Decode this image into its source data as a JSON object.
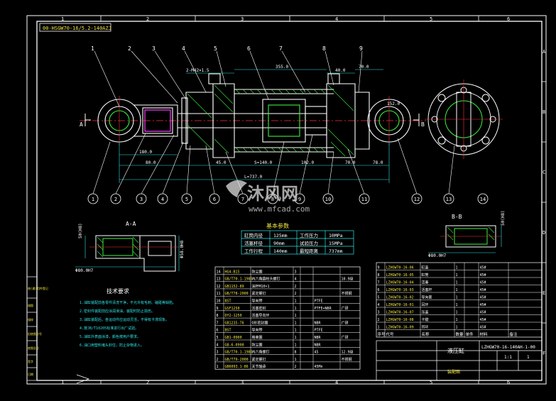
{
  "frame": {
    "column_numbers_top": [
      "1",
      "2",
      "3",
      "4",
      "5",
      "6"
    ],
    "column_numbers_bottom": [
      "1",
      "2",
      "3",
      "4",
      "5",
      "6"
    ],
    "row_letters_right": [
      "A",
      "B",
      "C",
      "D",
      "E",
      "F"
    ],
    "drawing_code_box": "00-HSGW70-16/5.2-140AZJ"
  },
  "callouts_top": [
    "1",
    "2",
    "3",
    "4",
    "5",
    "6",
    "7",
    "8",
    "9"
  ],
  "callouts_bottom": [
    "1",
    "2",
    "3",
    "4",
    "5",
    "6",
    "7",
    "8",
    "9",
    "10",
    "11",
    "12",
    "13",
    "14"
  ],
  "dimensions": {
    "d_180": "180.0",
    "d_80a": "80.0",
    "d_45": "45.0",
    "d_stroke": "S=140.0",
    "d_mid": "102.0",
    "d_70": "70.0",
    "d_78": "78.0",
    "d_total": "L=737.0",
    "d_top1": "2-M42×1.5",
    "d_top2": "355.0",
    "d_top3": "40.0",
    "d_top4": "70.0",
    "d_top5": "152.0",
    "section_aa": "A-A",
    "section_bb": "B-B",
    "d_aa_bottom": "Φ80.0H7",
    "d_bb_bottom": "Φ80.0H7",
    "d_aa_side": "Φ58.0H8",
    "d_bb_side": "50(H8)",
    "d_aa_left": "50(H8)"
  },
  "parameters": {
    "title": "基本参数",
    "rows": [
      [
        "缸筒内径",
        "125mm",
        "工作压力",
        "10MPa"
      ],
      [
        "活塞杆径",
        "90mm",
        "试验压力",
        "15MPa"
      ],
      [
        "工作行程",
        "140mm",
        "最短距离",
        "737mm"
      ]
    ]
  },
  "tech": {
    "title": "技术要求",
    "lines": [
      "1.油缸装配前各零件清洗干净，不允许有毛刺、磕碰等缺陷。",
      "2.密封件装配前应涂润滑油，装配时防止损伤。",
      "3.油缸装配后，各运动件应运动灵活，不得有卡滞现象。",
      "4.按JB/T10205标准进行出厂试验。",
      "5.油缸外表面涂漆，颜色按用户要求。",
      "6.油口用塑料堵头封住，防止杂物进入。"
    ]
  },
  "bom_left": [
    [
      "14",
      "HG4-B15",
      "防尘圈",
      "3",
      "",
      "",
      ""
    ],
    [
      "13",
      "GB/T70.1-1985",
      "内六角圆柱头螺钉",
      "4",
      "",
      "",
      "10.9级"
    ],
    [
      "12",
      "GB1152-89",
      "油杯M10×1",
      "2",
      "",
      "",
      ""
    ],
    [
      "11",
      "GB/T78-2000",
      "紧定螺钉",
      "2",
      "",
      "",
      "不锈钢"
    ],
    [
      "10",
      "BST",
      "导向带",
      "1",
      "",
      "PTFE",
      ""
    ],
    [
      "9",
      "GSF1250",
      "活塞密封",
      "1",
      "",
      "PTFE+NBR",
      "广研"
    ],
    [
      "8",
      "DY2-1250",
      "活塞导向环",
      "1",
      "",
      "",
      ""
    ],
    [
      "7",
      "GB1235-76",
      "O形密封圈",
      "1",
      "",
      "NBR",
      "广研"
    ],
    [
      "6",
      "BST",
      "导向带",
      "1",
      "",
      "PTFE",
      ""
    ],
    [
      "5",
      "GB1-0900",
      "格莱圈",
      "1",
      "",
      "NBR",
      "广研"
    ],
    [
      "4",
      "GB-6-0900",
      "防尘圈",
      "1",
      "",
      "NBR",
      ""
    ],
    [
      "3",
      "GB/T70.1-1985",
      "内六角螺钉",
      "8",
      "",
      "45",
      "12.9级"
    ],
    [
      "2",
      "GB/T79-2000",
      "紧定螺钉",
      "1",
      "",
      "",
      "不锈钢"
    ],
    [
      "1",
      "GB6093.1-86",
      "关节轴承",
      "2",
      "",
      "45Mn",
      ""
    ]
  ],
  "bom_right": [
    [
      "9",
      "LZHGW70-16-06",
      "缸盖",
      "1",
      "",
      "45#",
      ""
    ],
    [
      "8",
      "LZHGW70-16-05",
      "缸筒",
      "1",
      "",
      "45#",
      ""
    ],
    [
      "7",
      "LZHGW70-16-04",
      "活塞",
      "1",
      "",
      "45#",
      ""
    ],
    [
      "6",
      "LZHGW70-16-03",
      "活塞杆",
      "1",
      "",
      "45#",
      ""
    ],
    [
      "5",
      "LZHGW70-16-02",
      "导向套",
      "1",
      "",
      "45#",
      ""
    ],
    [
      "4",
      "LZHGW70-16-01",
      "耳环",
      "1",
      "",
      "45#",
      ""
    ],
    [
      "3",
      "LZHGW70-16-07",
      "压盖",
      "1",
      "",
      "45#",
      ""
    ],
    [
      "2",
      "LZHGW70-16-08",
      "卡键",
      "1",
      "",
      "45#",
      ""
    ],
    [
      "1",
      "LZHGW70-16-09",
      "耳环",
      "1",
      "",
      "45#",
      ""
    ]
  ],
  "bom_header": [
    "序号",
    "代号",
    "名称",
    "数量",
    "单件",
    "材料",
    "备注"
  ],
  "title_block": {
    "name": "液压缸",
    "code": "LZHGW70-16-140AH-1-00",
    "scale": "1:1",
    "sheet": "1",
    "remark": "装配图"
  },
  "left_stamp": [
    "借(通)用件登记",
    "描图",
    "描校",
    "旧底图总号",
    "底图总号",
    "签字",
    "日期"
  ],
  "watermark": {
    "cn": "沐风网",
    "url": "www.mfcad.com"
  },
  "colors": {
    "background": "#000000",
    "line": "#ffffff",
    "dimension": "#2ee6e6",
    "center": "#ff3030",
    "hatch": "#3cf03c",
    "highlight": "#ff3cff",
    "text_yellow": "#f2e640"
  }
}
